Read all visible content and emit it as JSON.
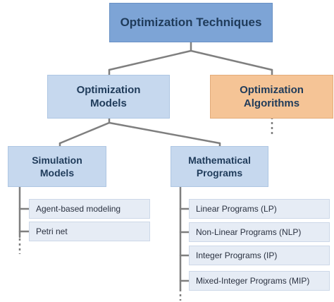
{
  "diagram": {
    "root": {
      "label": "Optimization Techniques"
    },
    "models": {
      "label": "Optimization\nModels"
    },
    "algorithms": {
      "label": "Optimization\nAlgorithms"
    },
    "simulation": {
      "label": "Simulation\nModels",
      "items": [
        "Agent-based modeling",
        "Petri net"
      ]
    },
    "mathematical": {
      "label": "Mathematical\nPrograms",
      "items": [
        "Linear Programs (LP)",
        "Non-Linear Programs (NLP)",
        "Integer Programs (IP)",
        "Mixed-Integer Programs (MIP)"
      ]
    }
  },
  "colors": {
    "root_fill": "#7da4d6",
    "model_fill": "#c6d8ee",
    "algorithm_fill": "#f5c496",
    "leaf_fill": "#e6ecf5",
    "connector": "#7f7f7f",
    "text": "#1f3b5a"
  }
}
